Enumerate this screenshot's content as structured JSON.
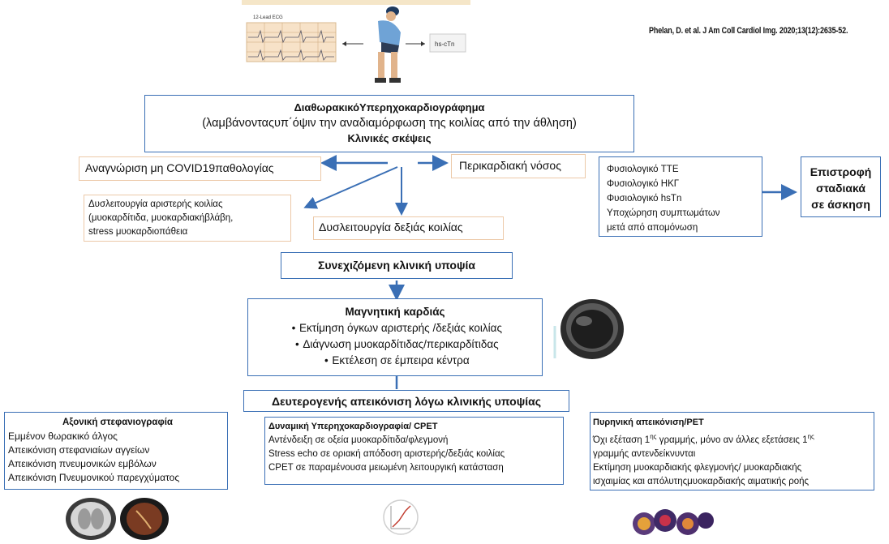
{
  "citation": "Phelan, D. et al. J Am Coll Cardiol Img. 2020;13(12):2635-52.",
  "top_image": {
    "ecg_label": "12-Lead ECG",
    "troponin_label": "hs-cTn"
  },
  "echo_box": {
    "title": "ΔιαθωρακικόΥπερηχοκαρδιογράφημα",
    "subtitle": "(λαμβάνονταςυπ΄όψιν την αναδιαμόρφωση της κοιλίας από την άθληση)",
    "section": "Κλινικές σκέψεις"
  },
  "non_covid": "Αναγνώριση μη COVID19παθολογίας",
  "pericardial": "Περικαρδιακή νόσος",
  "normal_box": {
    "lines": [
      "Φυσιολογικό TTE",
      "Φυσιολογικό ΗΚΓ",
      "Φυσιολογικό hsTn",
      "Υποχώρηση συμπτωμάτων",
      "μετά από απομόνωση"
    ]
  },
  "return_box": {
    "lines": [
      "Επιστροφή",
      "σταδιακά",
      "σε άσκηση"
    ]
  },
  "lv_box": {
    "lines": [
      "Δυσλειτουργία αριστερής κοιλίας",
      "(μυοκαρδίτιδα, μυοκαρδιακήβλάβη,",
      "stress μυοκαρδιοπάθεια"
    ]
  },
  "rv_box": "Δυσλειτουργία δεξιάς κοιλίας",
  "suspicion": "Συνεχιζόμενη κλινική υποψία",
  "mri_box": {
    "title": "Μαγνητική καρδιάς",
    "bullets": [
      "Εκτίμηση όγκων αριστερής /δεξιάς κοιλίας",
      "Διάγνωση μυοκαρδίτιδας/περικαρδίτιδας",
      "Εκτέλεση σε έμπειρα κέντρα"
    ]
  },
  "secondary": "Δευτερογενής απεικόνιση λόγω κλινικής υποψίας",
  "ct_box": {
    "title": "Αξονική στεφανιογραφία",
    "lines": [
      "Εμμένον θωρακικό άλγος",
      "Απεικόνιση στεφανιαίων αγγείων",
      "Απεικόνιση πνευμονικών εμβόλων",
      "Απεικόνιση Πνευμονικού παρεγχύματος"
    ]
  },
  "stress_box": {
    "title": "Δυναμική Υπερηχοκαρδιογραφία/ CPET",
    "lines": [
      "Αντένδειξη σε οξεία μυοκαρδίτιδα/φλεγμονή",
      "Stress echo σε οριακή απόδοση αριστερής/δεξιάς κοιλίας",
      "CPET σε παραμένουσα μειωμένη λειτουργική κατάσταση"
    ]
  },
  "pet_box": {
    "title": "Πυρηνική απεικόνιση/PET",
    "line1a": "Όχι εξέταση 1",
    "sup1": "ης",
    "line1b": "γραμμής, μόνο αν άλλες εξετάσεις 1",
    "sup2": "ης",
    "line2": "γραμμής αντενδείκνυνται",
    "line3": "Εκτίμηση μυοκαρδιακής φλεγμονής/ μυοκαρδιακής",
    "line4": "ισχαιμίας και απόλυτηςμυοκαρδιακής αιματικής ροής"
  },
  "colors": {
    "arrow": "#3a6fb5",
    "box_border": "#3a6fb5",
    "light_border": "#ecc9a8"
  }
}
